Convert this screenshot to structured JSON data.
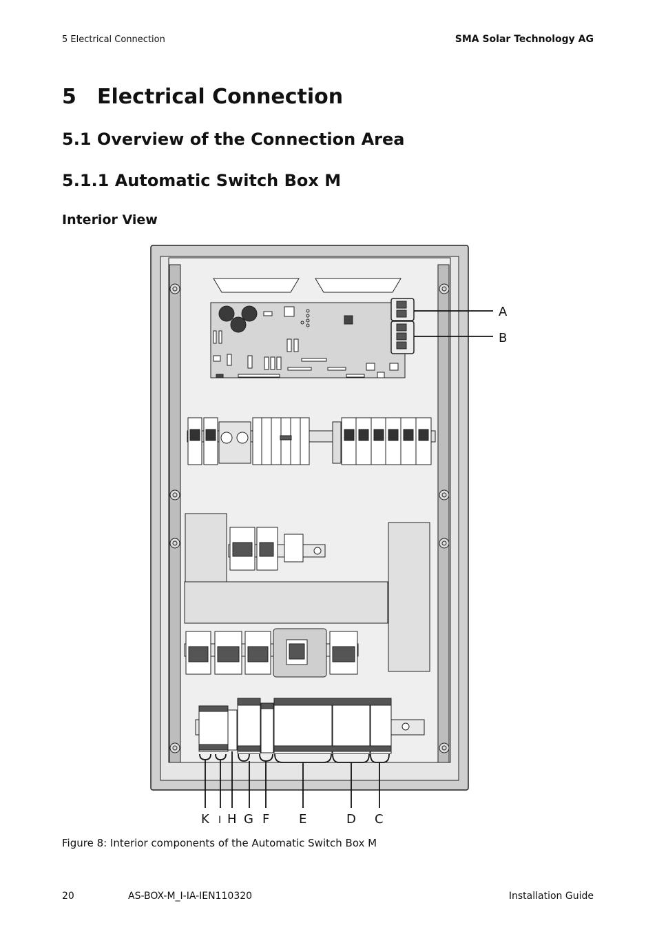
{
  "header": {
    "section": "5 Electrical Connection",
    "company": "SMA Solar Technology AG"
  },
  "headings": {
    "h1_num": "5",
    "h1_text": "Electrical Connection",
    "h2": "5.1  Overview of the Connection Area",
    "h3": "5.1.1  Automatic Switch Box M",
    "h4": "Interior View"
  },
  "figure": {
    "callouts": {
      "A": "A",
      "B": "B",
      "C": "C",
      "D": "D",
      "E": "E",
      "F": "F",
      "G": "G",
      "H": "H",
      "I": "I",
      "K": "K"
    },
    "caption": "Figure 8: Interior components of the Automatic Switch Box M"
  },
  "footer": {
    "page": "20",
    "doc_id": "AS-BOX-M_I-IA-IEN110320",
    "guide": "Installation Guide"
  }
}
